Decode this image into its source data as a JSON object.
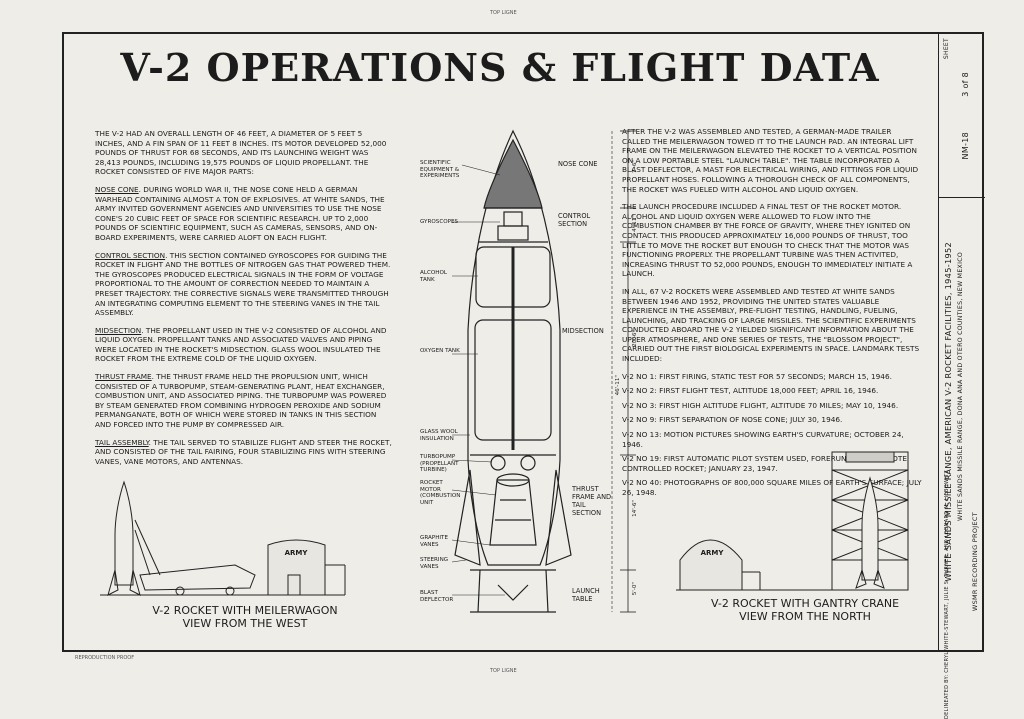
{
  "sheet_label_top": "TOP LIGNE",
  "sheet_label_bottom": "TOP LIGNE",
  "sheet_label_side": "REPRODUCTION PROOF",
  "title": "V-2 OPERATIONS & FLIGHT DATA",
  "left_column": {
    "intro": "THE V-2 HAD AN OVERALL LENGTH OF 46 FEET, A DIAMETER OF 5 FEET 5 INCHES, AND A FIN SPAN OF 11 FEET 8 INCHES. ITS MOTOR DEVELOPED 52,000 POUNDS OF THRUST FOR 68 SECONDS, AND ITS LAUNCHING WEIGHT WAS 28,413 POUNDS, INCLUDING 19,575 POUNDS OF LIQUID PROPELLANT. THE ROCKET CONSISTED OF FIVE MAJOR PARTS:",
    "sections": [
      {
        "head": "NOSE CONE",
        "text": ". DURING WORLD WAR II, THE NOSE CONE HELD A GERMAN WARHEAD CONTAINING ALMOST A TON OF EXPLOSIVES. AT WHITE SANDS, THE ARMY INVITED GOVERNMENT AGENCIES AND UNIVERSITIES TO USE THE NOSE CONE'S 20 CUBIC FEET OF SPACE FOR SCIENTIFIC RESEARCH. UP TO 2,000 POUNDS OF SCIENTIFIC EQUIPMENT, SUCH AS CAMERAS, SENSORS, AND ON-BOARD EXPERIMENTS, WERE CARRIED ALOFT ON EACH FLIGHT."
      },
      {
        "head": "CONTROL SECTION",
        "text": ". THIS SECTION CONTAINED GYROSCOPES FOR GUIDING THE ROCKET IN FLIGHT AND THE BOTTLES OF NITROGEN GAS THAT POWERED THEM. THE GYROSCOPES PRODUCED ELECTRICAL SIGNALS IN THE FORM OF VOLTAGE PROPORTIONAL TO THE AMOUNT OF CORRECTION NEEDED TO MAINTAIN A PRESET TRAJECTORY. THE CORRECTIVE SIGNALS WERE TRANSMITTED THROUGH AN INTEGRATING COMPUTING ELEMENT TO THE STEERING VANES IN THE TAIL ASSEMBLY."
      },
      {
        "head": "MIDSECTION",
        "text": ". THE PROPELLANT USED IN THE V-2 CONSISTED OF ALCOHOL AND LIQUID OXYGEN. PROPELLANT TANKS AND ASSOCIATED VALVES AND PIPING WERE LOCATED IN THE ROCKET'S MIDSECTION. GLASS WOOL INSULATED THE ROCKET FROM THE EXTREME COLD OF THE LIQUID OXYGEN."
      },
      {
        "head": "THRUST FRAME",
        "text": ". THE THRUST FRAME HELD THE PROPULSION UNIT, WHICH CONSISTED OF A TURBOPUMP, STEAM-GENERATING PLANT, HEAT EXCHANGER, COMBUSTION UNIT, AND ASSOCIATED PIPING. THE TURBOPUMP WAS POWERED BY STEAM GENERATED FROM COMBINING HYDROGEN PEROXIDE AND SODIUM PERMANGANATE, BOTH OF WHICH WERE STORED IN TANKS IN THIS SECTION AND FORCED INTO THE PUMP BY COMPRESSED AIR."
      },
      {
        "head": "TAIL ASSEMBLY",
        "text": ". THE TAIL SERVED TO STABILIZE FLIGHT AND STEER THE ROCKET, AND CONSISTED OF THE TAIL FAIRING, FOUR STABILIZING FINS WITH STEERING VANES, VANE MOTORS, AND ANTENNAS."
      }
    ]
  },
  "right_column": {
    "p1": "AFTER THE V-2 WAS ASSEMBLED AND TESTED, A GERMAN-MADE TRAILER CALLED THE MEILERWAGON TOWED IT TO THE LAUNCH PAD. AN INTEGRAL LIFT FRAME ON THE MEILERWAGON ELEVATED THE ROCKET TO A VERTICAL POSITION ON A LOW PORTABLE STEEL \"LAUNCH TABLE\". THE TABLE INCORPORATED A BLAST DEFLECTOR, A MAST FOR ELECTRICAL WIRING, AND FITTINGS FOR LIQUID PROPELLANT HOSES. FOLLOWING A THOROUGH CHECK OF ALL COMPONENTS, THE ROCKET WAS FUELED WITH ALCOHOL AND LIQUID OXYGEN.",
    "p2": "THE LAUNCH PROCEDURE INCLUDED A FINAL TEST OF THE ROCKET MOTOR. ALCOHOL AND LIQUID OXYGEN WERE ALLOWED TO FLOW INTO THE COMBUSTION CHAMBER BY THE FORCE OF GRAVITY, WHERE THEY IGNITED ON CONTACT. THIS PRODUCED APPROXIMATELY 16,000 POUNDS OF THRUST, TOO LITTLE TO MOVE THE ROCKET BUT ENOUGH TO CHECK THAT THE MOTOR WAS FUNCTIONING PROPERLY. THE PROPELLANT TURBINE WAS THEN ACTIVITED, INCREASING THRUST TO 52,000 POUNDS, ENOUGH TO IMMEDIATELY INITIATE A LAUNCH.",
    "p3": "IN ALL, 67 V-2 ROCKETS WERE ASSEMBLED AND TESTED AT WHITE SANDS BETWEEN 1946 AND 1952, PROVIDING THE UNITED STATES VALUABLE EXPERIENCE IN THE ASSEMBLY, PRE-FLIGHT TESTING, HANDLING, FUELING, LAUNCHING, AND TRACKING OF LARGE MISSILES. THE SCIENTIFIC EXPERIMENTS CONDUCTED ABOARD THE V-2 YIELDED SIGNIFICANT INFORMATION ABOUT THE UPPER ATMOSPHERE, AND ONE SERIES OF TESTS, THE \"BLOSSOM PROJECT\", CARRIED OUT THE FIRST BIOLOGICAL EXPERIMENTS IN SPACE. LANDMARK TESTS INCLUDED:",
    "tests": [
      "V-2 NO 1: FIRST FIRING, STATIC TEST FOR 57 SECONDS; MARCH 15, 1946.",
      "V-2 NO 2: FIRST FLIGHT TEST, ALTITUDE 18,000 FEET; APRIL 16, 1946.",
      "V-2 NO 3: FIRST HIGH ALTITUDE FLIGHT, ALTITUDE 70 MILES; MAY 10, 1946.",
      "V-2 NO 9: FIRST SEPARATION OF NOSE CONE; JULY 30, 1946.",
      "V-2 NO 13: MOTION PICTURES SHOWING EARTH'S CURVATURE; OCTOBER 24, 1946.",
      "V-2 NO 19: FIRST AUTOMATIC PILOT SYSTEM USED, FORERUNNER OF REMOTE CONTROLLED ROCKET; JANUARY 23, 1947.",
      "V-2 NO 40: PHOTOGRAPHS OF 800,000 SQUARE MILES OF EARTH'S SURFACE; JULY 26, 1948."
    ]
  },
  "diagram_labels": {
    "sci_equipment": "SCIENTIFIC EQUIPMENT & EXPERIMENTS",
    "gyroscopes": "GYROSCOPES",
    "alcohol_tank": "ALCOHOL TANK",
    "oxygen_tank": "OXYGEN TANK",
    "glass_wool": "GLASS WOOL INSULATION",
    "turbopump": "TURBOPUMP (PROPELLANT TURBINE)",
    "rocket_motor": "ROCKET MOTOR (COMBUSTION UNIT",
    "graphite_vanes": "GRAPHITE VANES",
    "steering_vanes": "STEERING VANES",
    "blast_deflector": "BLAST DEFLECTOR",
    "nose_cone": "NOSE CONE",
    "control_section": "CONTROL SECTION",
    "midsection": "MIDSECTION",
    "thrust_frame": "THRUST FRAME AND TAIL SECTION",
    "launch_table": "LAUNCH TABLE",
    "dim_nose": "7'-6\"",
    "dim_control": "4'-11\"",
    "dim_mid": "20'-6\"",
    "dim_thrust": "14'-6\"",
    "dim_launch": "5'-0\"",
    "dim_total": "46'-11\""
  },
  "captions": {
    "west_line1": "V-2 ROCKET WITH MEILERWAGON",
    "west_line2": "VIEW FROM THE WEST",
    "north_line1": "V-2 ROCKET WITH GANTRY CRANE",
    "north_line2": "VIEW FROM THE NORTH",
    "army_sign": "ARMY"
  },
  "title_block": {
    "main": "WHITE SANDS MISSILE RANGE, AMERICAN V-2 ROCKET FACILITIES, 1945-1952",
    "sub": "WHITE SANDS MISSILE RANGE, DONA ANA AND OTERO COUNTIES, NEW MEXICO",
    "project": "WSMR RECORDING PROJECT",
    "sheet_label": "SHEET",
    "sheet_no": "3 of 8",
    "survey_no": "NM-18",
    "delineator": "DELINEATED BY: CHERYL WHITE-STEWART, JULIE S. TURNER, AND LEONARD M. LIEBOWITZ"
  }
}
